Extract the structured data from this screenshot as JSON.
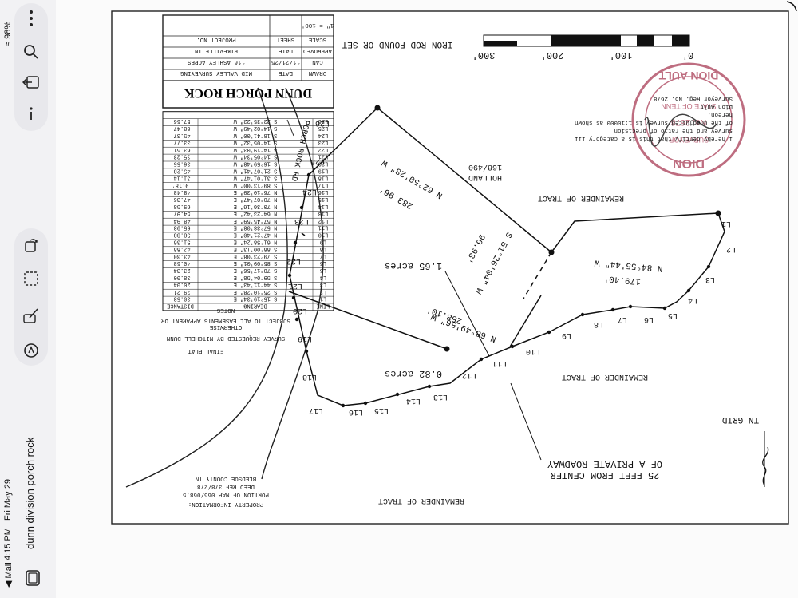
{
  "status": {
    "battery": "98%",
    "app_back": "◀ Mail",
    "time": "4:15 PM",
    "date": "Fri May 29"
  },
  "document": {
    "title": "dunn division porch rock"
  },
  "icons": {
    "more": "ellipsis-icon",
    "search": "search-icon",
    "share": "share-icon",
    "info": "info-icon",
    "rotate": "rotate-icon",
    "crop": "crop-icon",
    "markup": "markup-pen-icon",
    "annotate": "annotate-circle-icon",
    "thumbnails": "thumbnails-icon"
  },
  "plat": {
    "title_block": {
      "project_name": "DUNN PORCH ROCK",
      "labels": {
        "scale": "SCALE",
        "scale_value": "1\" = 100'",
        "sheet": "SHEET",
        "project_no": "PROJECT NO.",
        "drawn": "DRAWN",
        "date": "DATE",
        "can": "CAN",
        "date_value": "11/21/25",
        "firm": "MID VALLEY SURVEYING",
        "firm_address": "116 ASHLEY ACRES",
        "approved": "APPROVED",
        "date2": "DATE",
        "town": "PIKEVILLE TN"
      }
    },
    "scale_bar": {
      "labels": [
        "0'",
        "100'",
        "200'",
        "300'"
      ]
    },
    "iron_rod_note": "IRON ROD FOUND OR SET",
    "seal": {
      "lines": [
        "DION",
        "SURVEYOR",
        "No. 2678",
        "STATE OF TENN",
        "DION AULT"
      ]
    },
    "cert_lines": [
      "I hereby certify that this is a category III",
      "survey and the ratio of precision",
      "of the unadjusted survey is 1:10000 as shown",
      "hereon.",
      "Dion Ault",
      "Surveyor Reg. No. 2678"
    ],
    "road_label": "PORCH ROCK RD",
    "holland_label": "HOLLAND",
    "holland_ref": "168/490",
    "tract_labels": [
      "REMAINDER OF TRACT",
      "REMAINDER OF TRACT",
      "REMAINDER OF TRACT"
    ],
    "bearings": {
      "north_long": "N 62°50'28\" W",
      "north_long_dist": "283.96'",
      "short_leg": "S 51°26'04\" W",
      "short_leg_dist": "96.93'",
      "east_leg": "N 84°55'44\" W",
      "east_leg_dist": "179.40'",
      "split_line": "N 68°49'56\" W",
      "split_line_dist": "258.10'"
    },
    "acreage": {
      "lot1": "1.65 acres",
      "lot2": "0.82 acres"
    },
    "line_labels": [
      "L1",
      "L2",
      "L3",
      "L4",
      "L5",
      "L6",
      "L7",
      "L8",
      "L9",
      "L10",
      "L11",
      "L12",
      "L13",
      "L14",
      "L15",
      "L16",
      "L17",
      "L18",
      "L19",
      "L20",
      "L21",
      "L22",
      "L23",
      "L24",
      "L25",
      "L26"
    ],
    "roadway_note": [
      "25 FEET FROM CENTER",
      "OF A PRIVATE ROADWAY"
    ],
    "grid_label": "TN GRID",
    "notes_header": "NOTES",
    "notes": [
      "SUBJECT TO ALL EASEMENTS APPARENT OR",
      "OTHERWISE",
      "SURVEY REQUESTED BY MITCHELL DUNN",
      "FINAL PLAT"
    ],
    "property_info_header": "PROPERTY INFORMATION:",
    "property_info": [
      "PORTION OF MAP 066/068.5",
      "DEED REF 378/278",
      "BLEDSOE COUNTY TN"
    ],
    "line_table": {
      "headers": [
        "LINE",
        "BEARING",
        "DISTANCE"
      ],
      "rows": [
        [
          "L1",
          "S 15°19'34\" E",
          "30.58'"
        ],
        [
          "L2",
          "S 25°10'28\" E",
          "29.21'"
        ],
        [
          "L3",
          "S 44°11'43\" E",
          "20.04'"
        ],
        [
          "L4",
          "S 59°04'58\" E",
          "38.00'"
        ],
        [
          "L5",
          "S 70°17'56\" E",
          "23.34'"
        ],
        [
          "L6",
          "S 85°09'01\" E",
          "40.58'"
        ],
        [
          "L7",
          "S 79°23'08\" E",
          "43.30'"
        ],
        [
          "L8",
          "S 88°00'13\" E",
          "42.88'"
        ],
        [
          "L9",
          "N 61°58'24\" E",
          "51.36'"
        ],
        [
          "L10",
          "N 47°21'40\" E",
          "58.88'"
        ],
        [
          "L11",
          "N 57°38'08\" E",
          "65.98'"
        ],
        [
          "L12",
          "N 57°45'59\" E",
          "48.94'"
        ],
        [
          "L13",
          "N 64°23'42\" E",
          "54.97'"
        ],
        [
          "L14",
          "N 70°36'16\" E",
          "69.58'"
        ],
        [
          "L15",
          "N 70°07'47\" E",
          "47.36'"
        ],
        [
          "L16",
          "N 76°10'39\" E",
          "48.48'"
        ],
        [
          "L17",
          "S 89°13'00\" W",
          "9.18'"
        ],
        [
          "L18",
          "S 31°01'47\" W",
          "31.14'"
        ],
        [
          "L19",
          "S 21°07'41\" W",
          "45.28'"
        ],
        [
          "L20",
          "S 16°59'48\" W",
          "36.55'"
        ],
        [
          "L21",
          "S 14°05'34\" W",
          "35.23'"
        ],
        [
          "L22",
          "S 14°19'03\" W",
          "63.51'"
        ],
        [
          "L23",
          "S 14°05'32\" W",
          "33.77'"
        ],
        [
          "L24",
          "S 18°41'00\" W",
          "45.37'"
        ],
        [
          "L25",
          "S 14°02'49\" W",
          "68.47'"
        ],
        [
          "L26",
          "S 22°35'22\" W",
          "57.56'"
        ]
      ]
    }
  }
}
